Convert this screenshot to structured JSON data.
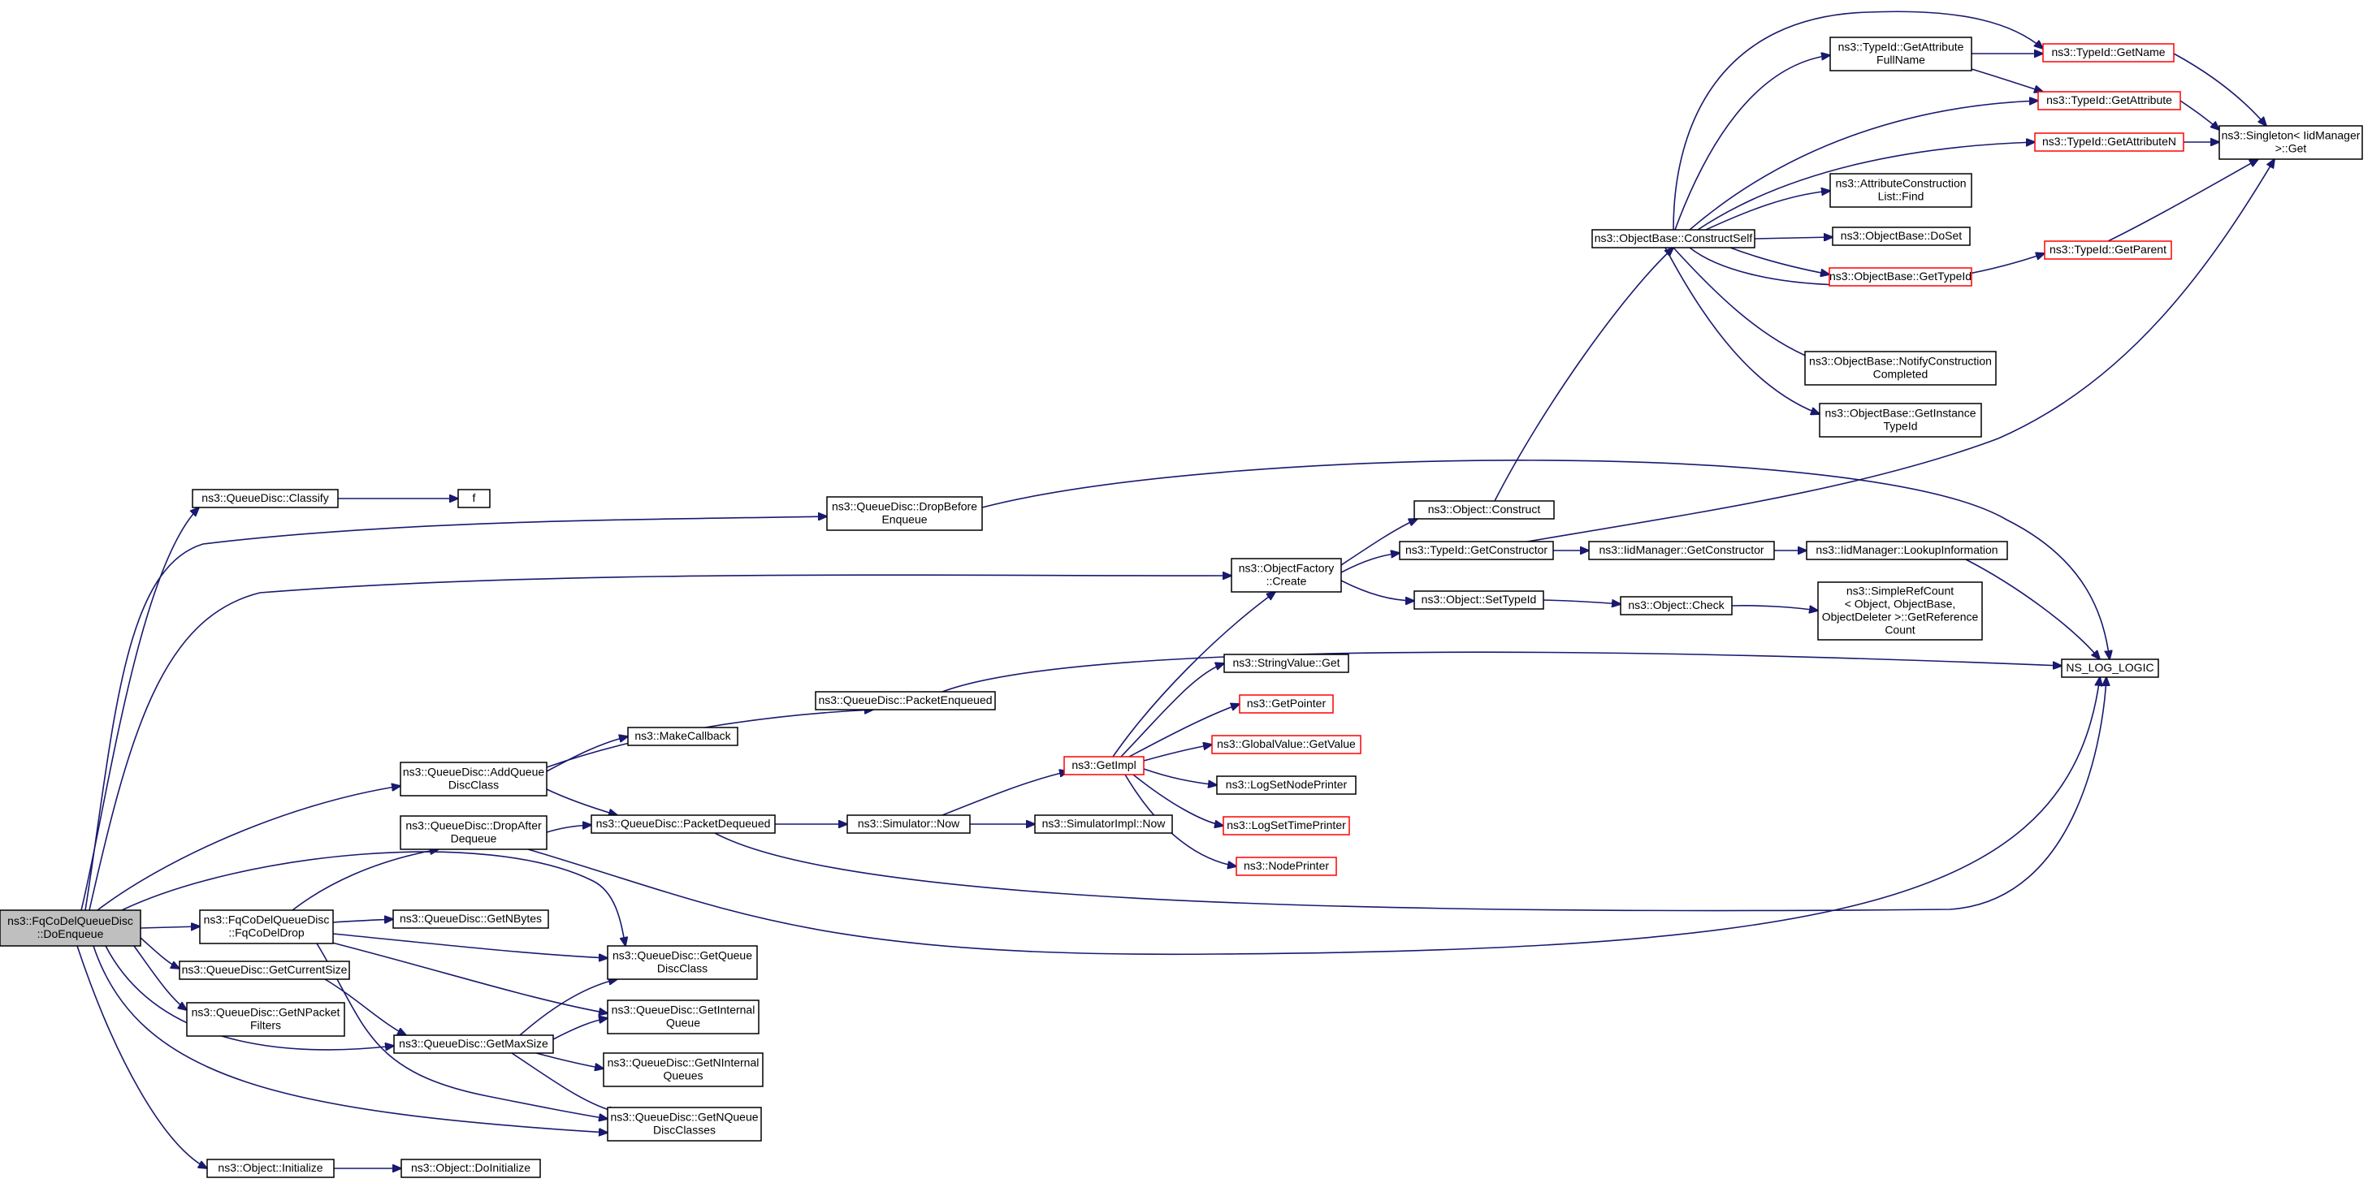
{
  "colors": {
    "edge": "#191970",
    "node_border": "#000000",
    "truncated_border": "#ff0000",
    "root_fill": "#bfbfbf",
    "background": "#ffffff"
  },
  "nodes": [
    {
      "id": "root",
      "lines": [
        "ns3::FqCoDelQueueDisc",
        "::DoEnqueue"
      ],
      "style": "root"
    },
    {
      "id": "classify",
      "lines": [
        "ns3::QueueDisc::Classify"
      ],
      "style": "normal"
    },
    {
      "id": "f",
      "lines": [
        "f"
      ],
      "style": "normal"
    },
    {
      "id": "dropBeforeEnqueue",
      "lines": [
        "ns3::QueueDisc::DropBefore",
        "Enqueue"
      ],
      "style": "normal"
    },
    {
      "id": "objectFactoryCreate",
      "lines": [
        "ns3::ObjectFactory",
        "::Create"
      ],
      "style": "normal"
    },
    {
      "id": "objectConstruct",
      "lines": [
        "ns3::Object::Construct"
      ],
      "style": "normal"
    },
    {
      "id": "constructSelf",
      "lines": [
        "ns3::ObjectBase::ConstructSelf"
      ],
      "style": "normal"
    },
    {
      "id": "getAttributeFullName",
      "lines": [
        "ns3::TypeId::GetAttribute",
        "FullName"
      ],
      "style": "normal"
    },
    {
      "id": "getName",
      "lines": [
        "ns3::TypeId::GetName"
      ],
      "style": "red"
    },
    {
      "id": "getAttribute",
      "lines": [
        "ns3::TypeId::GetAttribute"
      ],
      "style": "red"
    },
    {
      "id": "getAttributeN",
      "lines": [
        "ns3::TypeId::GetAttributeN"
      ],
      "style": "red"
    },
    {
      "id": "singletonGet",
      "lines": [
        "ns3::Singleton< IidManager",
        ">::Get"
      ],
      "style": "normal"
    },
    {
      "id": "acListFind",
      "lines": [
        "ns3::AttributeConstruction",
        "List::Find"
      ],
      "style": "normal"
    },
    {
      "id": "doSet",
      "lines": [
        "ns3::ObjectBase::DoSet"
      ],
      "style": "normal"
    },
    {
      "id": "obGetTypeId",
      "lines": [
        "ns3::ObjectBase::GetTypeId"
      ],
      "style": "red"
    },
    {
      "id": "getParent",
      "lines": [
        "ns3::TypeId::GetParent"
      ],
      "style": "red"
    },
    {
      "id": "notifyConstructionCompleted",
      "lines": [
        "ns3::ObjectBase::NotifyConstruction",
        "Completed"
      ],
      "style": "normal"
    },
    {
      "id": "getInstanceTypeId",
      "lines": [
        "ns3::ObjectBase::GetInstance",
        "TypeId"
      ],
      "style": "normal"
    },
    {
      "id": "typeIdGetConstructor",
      "lines": [
        "ns3::TypeId::GetConstructor"
      ],
      "style": "normal"
    },
    {
      "id": "iidGetConstructor",
      "lines": [
        "ns3::IidManager::GetConstructor"
      ],
      "style": "normal"
    },
    {
      "id": "lookupInformation",
      "lines": [
        "ns3::IidManager::LookupInformation"
      ],
      "style": "normal"
    },
    {
      "id": "setTypeId",
      "lines": [
        "ns3::Object::SetTypeId"
      ],
      "style": "normal"
    },
    {
      "id": "objectCheck",
      "lines": [
        "ns3::Object::Check"
      ],
      "style": "normal"
    },
    {
      "id": "getReferenceCount",
      "lines": [
        "ns3::SimpleRefCount",
        "< Object, ObjectBase,",
        "ObjectDeleter >::GetReference",
        "Count"
      ],
      "style": "normal"
    },
    {
      "id": "nsLogLogic",
      "lines": [
        "NS_LOG_LOGIC"
      ],
      "style": "normal"
    },
    {
      "id": "packetEnqueued",
      "lines": [
        "ns3::QueueDisc::PacketEnqueued"
      ],
      "style": "normal"
    },
    {
      "id": "stringValueGet",
      "lines": [
        "ns3::StringValue::Get"
      ],
      "style": "normal"
    },
    {
      "id": "getPointer",
      "lines": [
        "ns3::GetPointer"
      ],
      "style": "red"
    },
    {
      "id": "globalValueGetValue",
      "lines": [
        "ns3::GlobalValue::GetValue"
      ],
      "style": "red"
    },
    {
      "id": "getImpl",
      "lines": [
        "ns3::GetImpl"
      ],
      "style": "red"
    },
    {
      "id": "logSetNodePrinter",
      "lines": [
        "ns3::LogSetNodePrinter"
      ],
      "style": "normal"
    },
    {
      "id": "logSetTimePrinter",
      "lines": [
        "ns3::LogSetTimePrinter"
      ],
      "style": "red"
    },
    {
      "id": "nodePrinter",
      "lines": [
        "ns3::NodePrinter"
      ],
      "style": "red"
    },
    {
      "id": "makeCallback",
      "lines": [
        "ns3::MakeCallback"
      ],
      "style": "normal"
    },
    {
      "id": "addQueueDiscClass",
      "lines": [
        "ns3::QueueDisc::AddQueue",
        "DiscClass"
      ],
      "style": "normal"
    },
    {
      "id": "dropAfterDequeue",
      "lines": [
        "ns3::QueueDisc::DropAfter",
        "Dequeue"
      ],
      "style": "normal"
    },
    {
      "id": "packetDequeued",
      "lines": [
        "ns3::QueueDisc::PacketDequeued"
      ],
      "style": "normal"
    },
    {
      "id": "simulatorNow",
      "lines": [
        "ns3::Simulator::Now"
      ],
      "style": "normal"
    },
    {
      "id": "simulatorImplNow",
      "lines": [
        "ns3::SimulatorImpl::Now"
      ],
      "style": "normal"
    },
    {
      "id": "fqCoDelDrop",
      "lines": [
        "ns3::FqCoDelQueueDisc",
        "::FqCoDelDrop"
      ],
      "style": "normal"
    },
    {
      "id": "getNBytes",
      "lines": [
        "ns3::QueueDisc::GetNBytes"
      ],
      "style": "normal"
    },
    {
      "id": "getQueueDiscClass",
      "lines": [
        "ns3::QueueDisc::GetQueue",
        "DiscClass"
      ],
      "style": "normal"
    },
    {
      "id": "getCurrentSize",
      "lines": [
        "ns3::QueueDisc::GetCurrentSize"
      ],
      "style": "normal"
    },
    {
      "id": "getInternalQueue",
      "lines": [
        "ns3::QueueDisc::GetInternal",
        "Queue"
      ],
      "style": "normal"
    },
    {
      "id": "getNPacketFilters",
      "lines": [
        "ns3::QueueDisc::GetNPacket",
        "Filters"
      ],
      "style": "normal"
    },
    {
      "id": "getMaxSize",
      "lines": [
        "ns3::QueueDisc::GetMaxSize"
      ],
      "style": "normal"
    },
    {
      "id": "getNInternalQueues",
      "lines": [
        "ns3::QueueDisc::GetNInternal",
        "Queues"
      ],
      "style": "normal"
    },
    {
      "id": "getNQueueDiscClasses",
      "lines": [
        "ns3::QueueDisc::GetNQueue",
        "DiscClasses"
      ],
      "style": "normal"
    },
    {
      "id": "objectInitialize",
      "lines": [
        "ns3::Object::Initialize"
      ],
      "style": "normal"
    },
    {
      "id": "doInitialize",
      "lines": [
        "ns3::Object::DoInitialize"
      ],
      "style": "normal"
    }
  ],
  "edges": [
    [
      "root",
      "classify"
    ],
    [
      "classify",
      "f"
    ],
    [
      "root",
      "dropBeforeEnqueue"
    ],
    [
      "dropBeforeEnqueue",
      "nsLogLogic"
    ],
    [
      "root",
      "objectFactoryCreate"
    ],
    [
      "objectFactoryCreate",
      "objectConstruct"
    ],
    [
      "objectConstruct",
      "constructSelf"
    ],
    [
      "constructSelf",
      "getAttributeFullName"
    ],
    [
      "constructSelf",
      "getName"
    ],
    [
      "constructSelf",
      "getAttribute"
    ],
    [
      "constructSelf",
      "getAttributeN"
    ],
    [
      "constructSelf",
      "acListFind"
    ],
    [
      "constructSelf",
      "doSet"
    ],
    [
      "constructSelf",
      "obGetTypeId"
    ],
    [
      "constructSelf",
      "getParent"
    ],
    [
      "constructSelf",
      "notifyConstructionCompleted"
    ],
    [
      "constructSelf",
      "getInstanceTypeId"
    ],
    [
      "getAttributeFullName",
      "getName"
    ],
    [
      "getAttributeFullName",
      "getAttribute"
    ],
    [
      "getName",
      "singletonGet"
    ],
    [
      "getAttribute",
      "singletonGet"
    ],
    [
      "getAttributeN",
      "singletonGet"
    ],
    [
      "getParent",
      "singletonGet"
    ],
    [
      "objectFactoryCreate",
      "typeIdGetConstructor"
    ],
    [
      "typeIdGetConstructor",
      "iidGetConstructor"
    ],
    [
      "typeIdGetConstructor",
      "singletonGet"
    ],
    [
      "iidGetConstructor",
      "lookupInformation"
    ],
    [
      "lookupInformation",
      "nsLogLogic"
    ],
    [
      "objectFactoryCreate",
      "setTypeId"
    ],
    [
      "setTypeId",
      "objectCheck"
    ],
    [
      "objectCheck",
      "getReferenceCount"
    ],
    [
      "root",
      "addQueueDiscClass"
    ],
    [
      "addQueueDiscClass",
      "makeCallback"
    ],
    [
      "addQueueDiscClass",
      "packetEnqueued"
    ],
    [
      "addQueueDiscClass",
      "packetDequeued"
    ],
    [
      "packetEnqueued",
      "nsLogLogic"
    ],
    [
      "getImpl",
      "objectFactoryCreate"
    ],
    [
      "getImpl",
      "stringValueGet"
    ],
    [
      "getImpl",
      "getPointer"
    ],
    [
      "getImpl",
      "globalValueGetValue"
    ],
    [
      "getImpl",
      "logSetNodePrinter"
    ],
    [
      "getImpl",
      "logSetTimePrinter"
    ],
    [
      "getImpl",
      "nodePrinter"
    ],
    [
      "packetDequeued",
      "simulatorNow"
    ],
    [
      "packetDequeued",
      "nsLogLogic"
    ],
    [
      "simulatorNow",
      "getImpl"
    ],
    [
      "simulatorNow",
      "simulatorImplNow"
    ],
    [
      "dropAfterDequeue",
      "packetDequeued"
    ],
    [
      "dropAfterDequeue",
      "nsLogLogic"
    ],
    [
      "root",
      "fqCoDelDrop"
    ],
    [
      "fqCoDelDrop",
      "dropAfterDequeue"
    ],
    [
      "fqCoDelDrop",
      "getNBytes"
    ],
    [
      "fqCoDelDrop",
      "getQueueDiscClass"
    ],
    [
      "fqCoDelDrop",
      "getInternalQueue"
    ],
    [
      "fqCoDelDrop",
      "getNQueueDiscClasses"
    ],
    [
      "root",
      "getQueueDiscClass"
    ],
    [
      "root",
      "getCurrentSize"
    ],
    [
      "getCurrentSize",
      "getMaxSize"
    ],
    [
      "root",
      "getNPacketFilters"
    ],
    [
      "root",
      "getMaxSize"
    ],
    [
      "getMaxSize",
      "getQueueDiscClass"
    ],
    [
      "getMaxSize",
      "getInternalQueue"
    ],
    [
      "getMaxSize",
      "getNInternalQueues"
    ],
    [
      "getMaxSize",
      "getNQueueDiscClasses"
    ],
    [
      "root",
      "getNQueueDiscClasses"
    ],
    [
      "root",
      "objectInitialize"
    ],
    [
      "objectInitialize",
      "doInitialize"
    ]
  ]
}
